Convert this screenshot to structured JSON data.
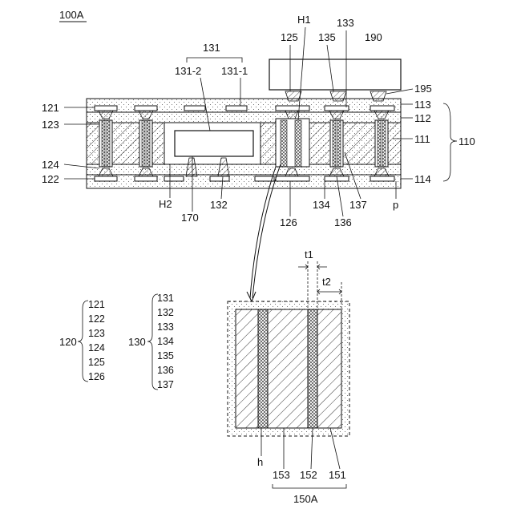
{
  "figure": {
    "title": "100A",
    "substrate_labels": {
      "l121": "121",
      "l123": "123",
      "l124": "124",
      "l122": "122",
      "l131": "131",
      "l131_2": "131-2",
      "l131_1": "131-1",
      "l125": "125",
      "lH1": "H1",
      "l135": "135",
      "l133": "133",
      "l190": "190",
      "l195": "195",
      "l113": "113",
      "l112": "112",
      "l111": "111",
      "l110": "110",
      "l114": "114",
      "lH2": "H2",
      "l170": "170",
      "l132": "132",
      "l126": "126",
      "l134": "134",
      "l136": "136",
      "l137": "137",
      "lp": "p"
    },
    "group_120": {
      "name": "120",
      "items": [
        "121",
        "122",
        "123",
        "124",
        "125",
        "126"
      ]
    },
    "group_130": {
      "name": "130",
      "items": [
        "131",
        "132",
        "133",
        "134",
        "135",
        "136",
        "137"
      ]
    },
    "detail": {
      "t1": "t1",
      "t2": "t2",
      "h": "h",
      "l153": "153",
      "l152": "152",
      "l151": "151",
      "group": "150A"
    }
  }
}
